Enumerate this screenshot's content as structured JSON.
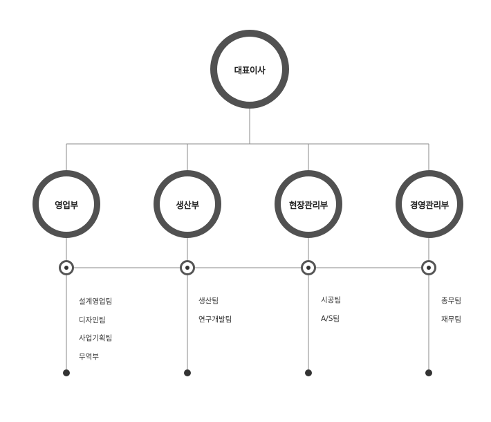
{
  "ceo": {
    "label": "대표이사"
  },
  "departments": [
    {
      "label": "영업부",
      "teams": [
        "설계영업팀",
        "디자인팀",
        "사업기획팀",
        "무역부"
      ]
    },
    {
      "label": "생산부",
      "teams": [
        "생산팀",
        "연구개발팀"
      ]
    },
    {
      "label": "현장관리부",
      "teams": [
        "시공팀",
        "A/S팀"
      ]
    },
    {
      "label": "경영관리부",
      "teams": [
        "총무팀",
        "재무팀"
      ]
    }
  ],
  "colors": {
    "ring": "#515151",
    "line": "#888888",
    "text": "#222222",
    "dot": "#333333"
  }
}
